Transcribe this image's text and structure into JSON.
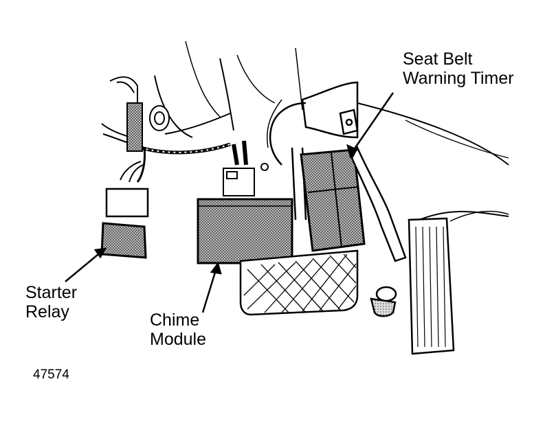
{
  "labels": {
    "seat_belt_line1": "Seat Belt",
    "seat_belt_line2": "Warning Timer",
    "starter_line1": "Starter",
    "starter_line2": "Relay",
    "chime_line1": "Chime",
    "chime_line2": "Module"
  },
  "figure_number": "47574",
  "colors": {
    "ink": "#000000",
    "paper": "#ffffff"
  }
}
